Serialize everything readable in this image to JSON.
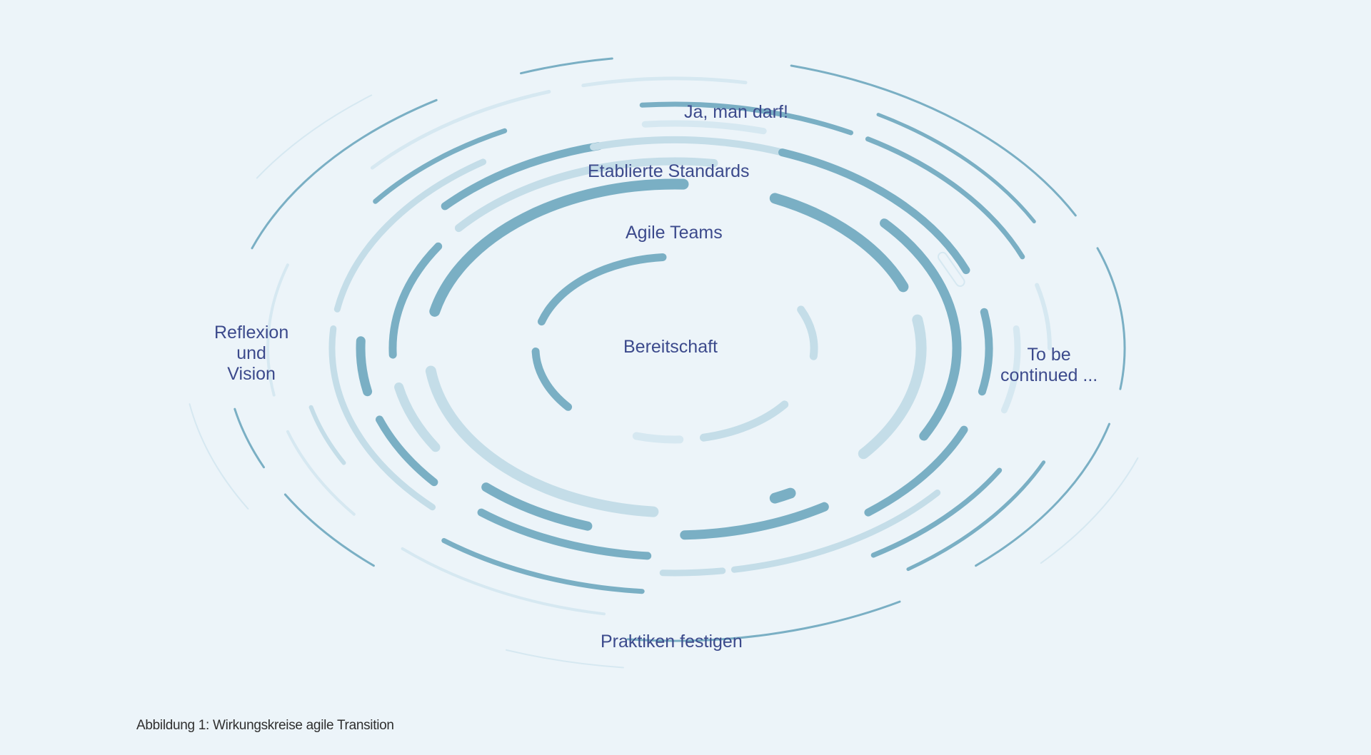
{
  "diagram": {
    "center_label": "Bereitschaft",
    "rings": [
      {
        "label": "Agile Teams"
      },
      {
        "label": "Etablierte Standards"
      },
      {
        "label": "Ja, man darf!"
      }
    ],
    "side_left": [
      "Reflexion",
      "und",
      "Vision"
    ],
    "side_right": [
      "To be",
      "continued ..."
    ],
    "bottom_label": "Praktiken festigen",
    "colors": {
      "background": "#ecf4f9",
      "label_text": "#3c4a8c",
      "ring_dark": "#7aafc4",
      "ring_mid": "#a7c6d4",
      "ring_light": "#c4dde8",
      "ring_faint": "#d6e8f1"
    }
  },
  "caption": "Abbildung 1: Wirkungskreise agile Transition"
}
